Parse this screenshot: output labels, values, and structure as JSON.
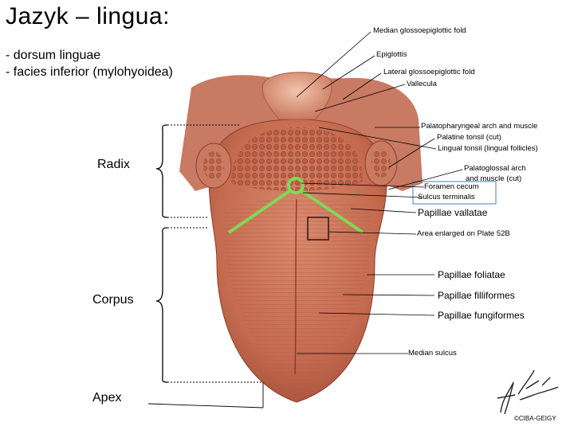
{
  "title": "Jazyk – lingua:",
  "subtitle_lines": [
    "- dorsum linguae",
    "- facies inferior (mylohyoidea)"
  ],
  "regions": {
    "radix": "Radix",
    "corpus": "Corpus",
    "apex": "Apex"
  },
  "labels": {
    "median_glossoepiglottic_fold": "Median glossoepiglottic fold",
    "epiglottis": "Epiglottis",
    "lateral_glossoepiglottic_fold": "Lateral glossoepiglottic fold",
    "vallecula": "Vallecula",
    "palatopharyngeal_arch": "Palatopharyngeal arch and muscle",
    "palatine_tonsil": "Palatine tonsil (cut)",
    "lingual_tonsil": "Lingual tonsil (lingual follicles)",
    "palatoglossal_arch_1": "Palatoglossal arch",
    "palatoglossal_arch_2": "and muscle (cut)",
    "foramen_cecum": "Foramen cecum",
    "sulcus_terminalis": "Sulcus terminalis",
    "papillae_vallatae": "Papillae vallatae",
    "area_enlarged": "Area enlarged on Plate 52B",
    "papillae_foliatae": "Papillae foliatae",
    "papillae_filiformes": "Papillae filliformes",
    "papillae_fungiformes": "Papillae fungiformes",
    "median_sulcus": "Median sulcus"
  },
  "copyright": "©CIBA-GEIGY",
  "colors": {
    "tongue": "#c46a4f",
    "tongue_dark": "#9c4532",
    "tongue_light": "#e3a58c",
    "highlight_green": "#7ed957",
    "label_box_blue": "#4a7cc7"
  }
}
